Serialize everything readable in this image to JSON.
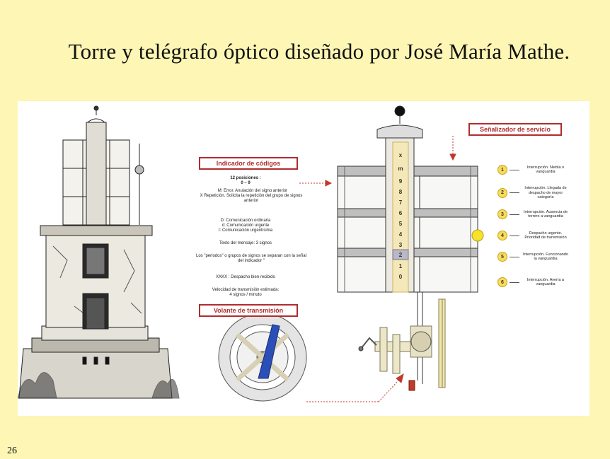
{
  "title": "Torre y telégrafo óptico diseñado por José María Mathe.",
  "slide_number": "26",
  "labels": {
    "indicador": "Indicador de códigos",
    "volante": "Volante de transmisión",
    "senalizador": "Señalizador de servicio"
  },
  "codes_text": [
    "12 posiciones :",
    "0 – 9",
    "M: Error. Anulación del signo anterior",
    "X Repetición. Solicita la repetición del grupo de signos anterior",
    "D: Comunicación ordinaria",
    "d: Comunicación urgente",
    "t: Comunicación urgentísima",
    "Texto del mensaje: 3 signos",
    "Los \"periodos\" o grupos de signos se separan con la señal del indicador \"",
    "XXKX : Despacho bien recibido",
    "Velocidad de transmisión estimada:",
    "4 signos / minuto"
  ],
  "scale_digits": [
    "x",
    "m",
    "9",
    "8",
    "7",
    "6",
    "5",
    "4",
    "3",
    "2",
    "1",
    "0"
  ],
  "service_legend": [
    {
      "num": "1",
      "text": "Interrupción. Niebla o vanguardia"
    },
    {
      "num": "2",
      "text": "Interrupción. Llegada de despacho de mayor categoría"
    },
    {
      "num": "3",
      "text": "Interrupción. Ausencia de torrero a vanguardia"
    },
    {
      "num": "4",
      "text": "Despacho urgente. Prioridad de transmisión"
    },
    {
      "num": "5",
      "text": "Interrupción. Funcionando la vanguardia"
    },
    {
      "num": "6",
      "text": "Interrupción. Avería a vanguardia"
    }
  ],
  "colors": {
    "slide_background": "#fdf6b4",
    "label_red": "#b02d2d",
    "signal_yellow": "#f6dc5a",
    "wheel_blue": "#2a4fb8"
  }
}
